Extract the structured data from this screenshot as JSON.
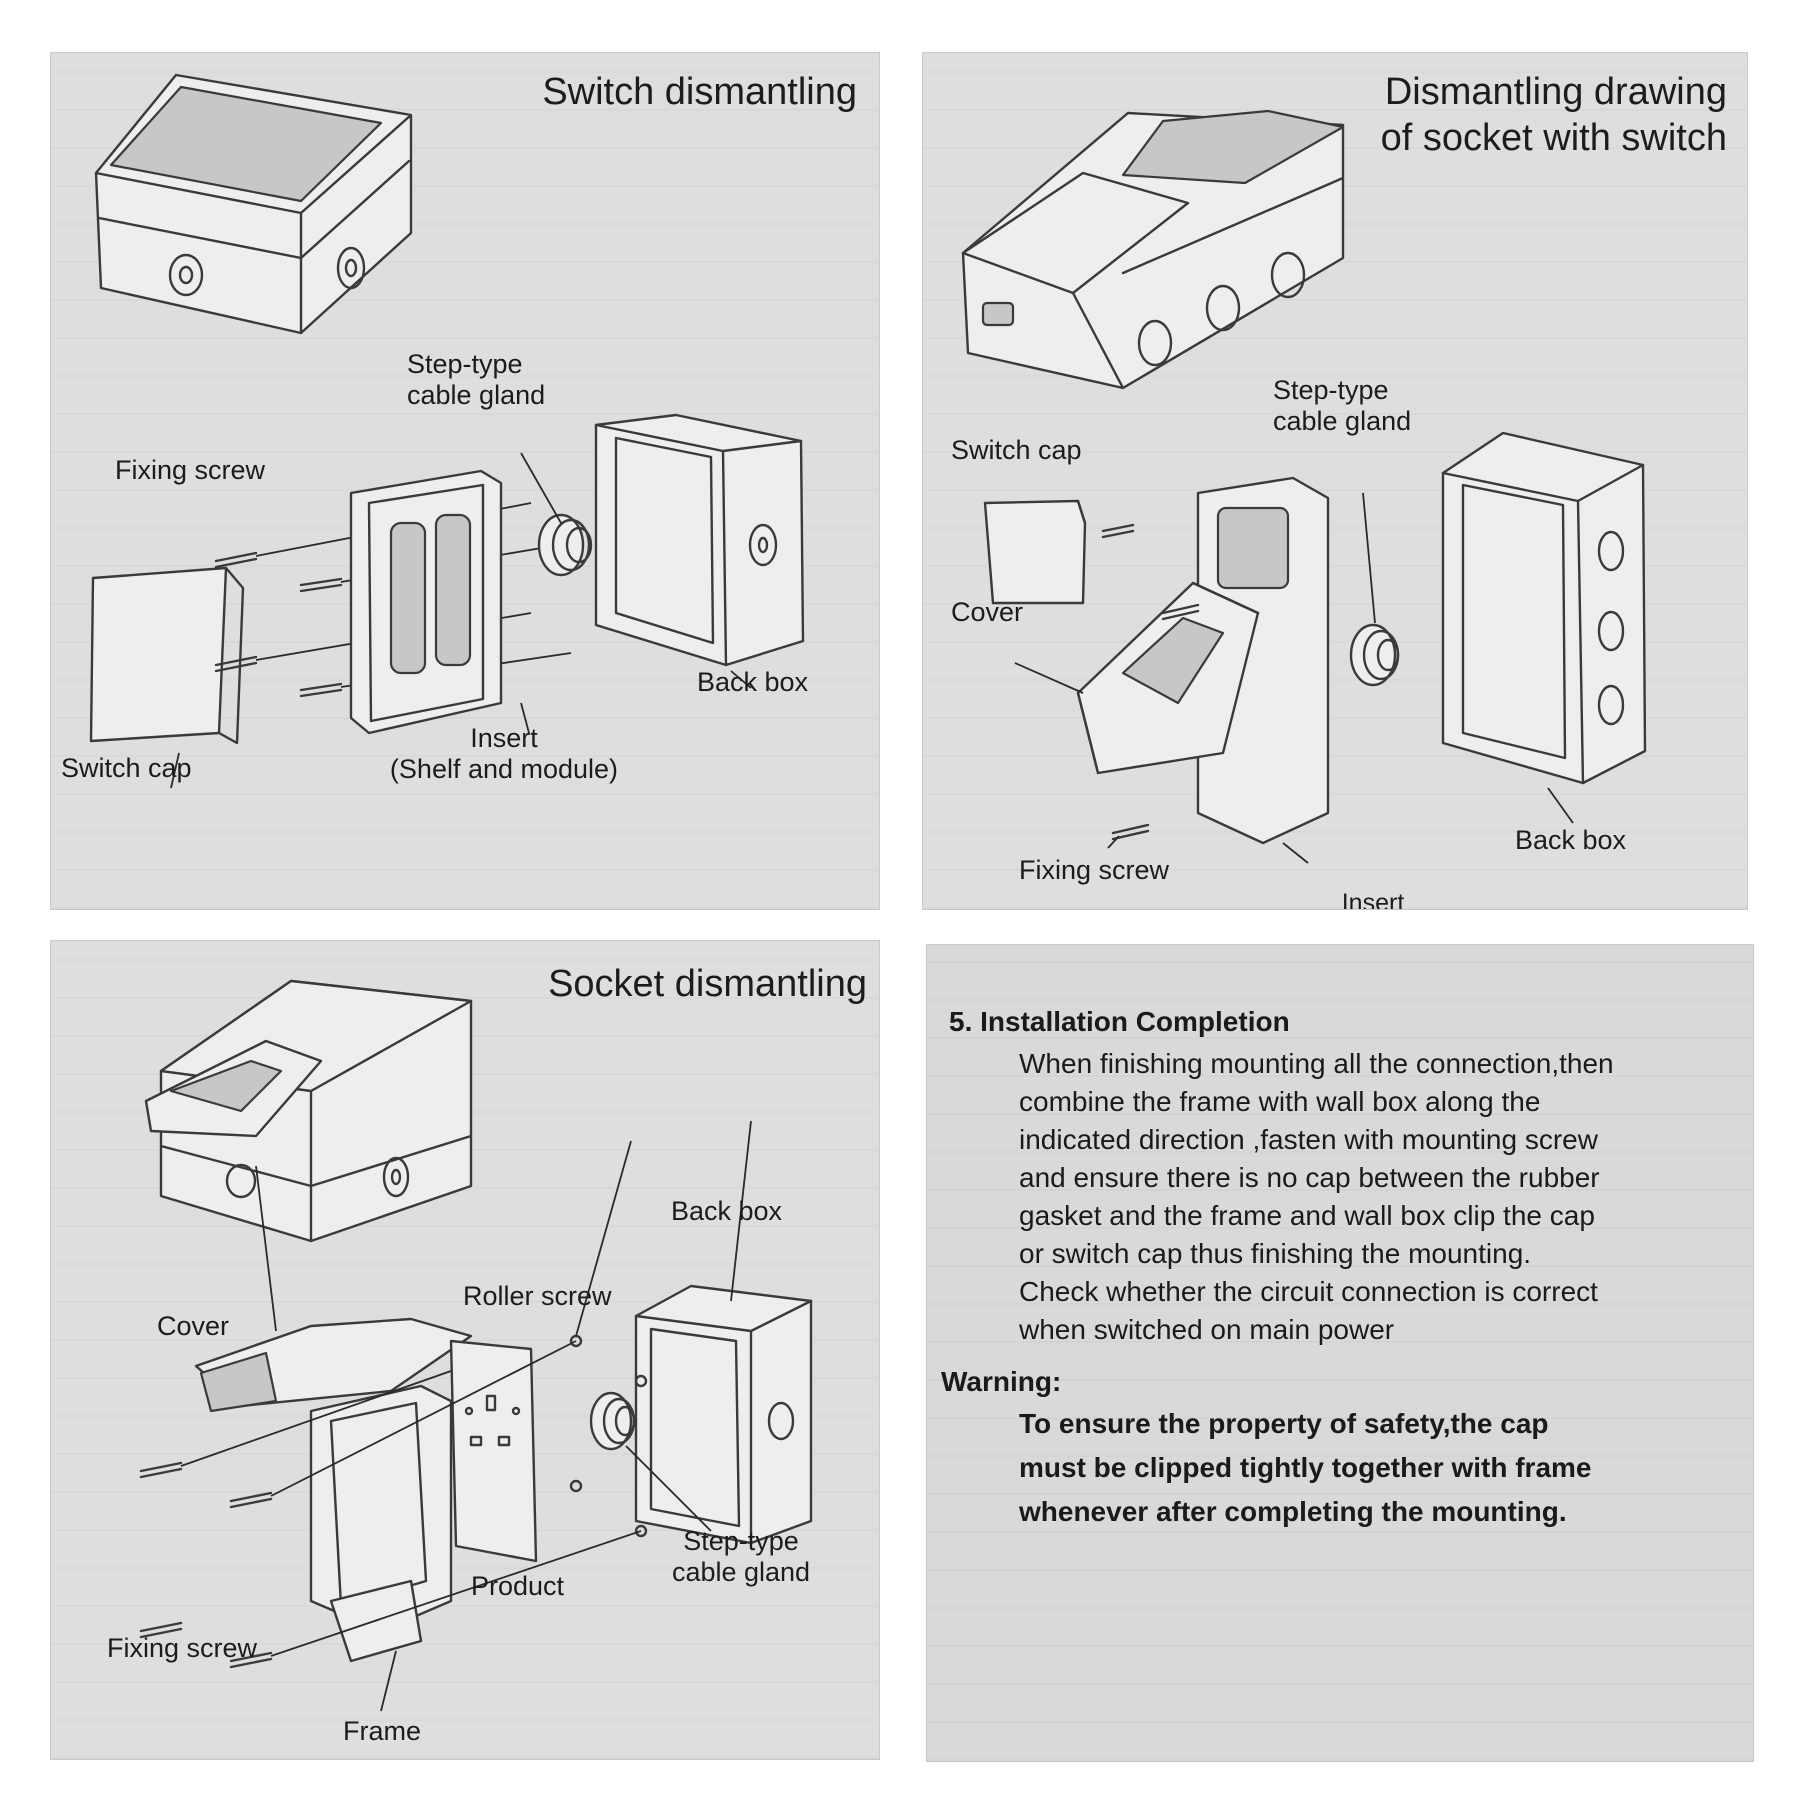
{
  "switch_dismantling": {
    "title": "Switch dismantling",
    "labels": {
      "step_type_cable_gland": "Step-type\ncable gland",
      "fixing_screw": "Fixing screw",
      "back_box": "Back box",
      "insert": "Insert\n(Shelf and module)",
      "switch_cap": "Switch cap"
    }
  },
  "socket_with_switch": {
    "title": "Dismantling drawing\nof socket with switch",
    "labels": {
      "step_type_cable_gland": "Step-type\ncable gland",
      "switch_cap": "Switch cap",
      "cover": "Cover",
      "back_box": "Back box",
      "fixing_screw": "Fixing screw",
      "insert": "Insert\n(Frame+module)"
    }
  },
  "socket_dismantling": {
    "title": "Socket dismantling",
    "labels": {
      "back_box": "Back box",
      "roller_screw": "Roller screw",
      "cover": "Cover",
      "step_type_cable_gland": "Step-type\ncable gland",
      "product": "Product",
      "fixing_screw": "Fixing screw",
      "frame": "Frame"
    }
  },
  "instructions": {
    "heading": "5. Installation Completion",
    "body": [
      "When finishing mounting all the connection,then",
      "combine the frame with wall box along the",
      "indicated direction ,fasten with mounting screw",
      "and ensure there is no cap between the rubber",
      "gasket and the frame and wall box clip the cap",
      "or switch cap thus finishing the mounting.",
      "Check whether the circuit connection is correct",
      "when switched on main power"
    ],
    "warning_heading": "Warning:",
    "warning_body": [
      "To ensure the property of safety,the cap",
      "must be clipped tightly together with frame",
      "whenever after completing the mounting."
    ]
  }
}
